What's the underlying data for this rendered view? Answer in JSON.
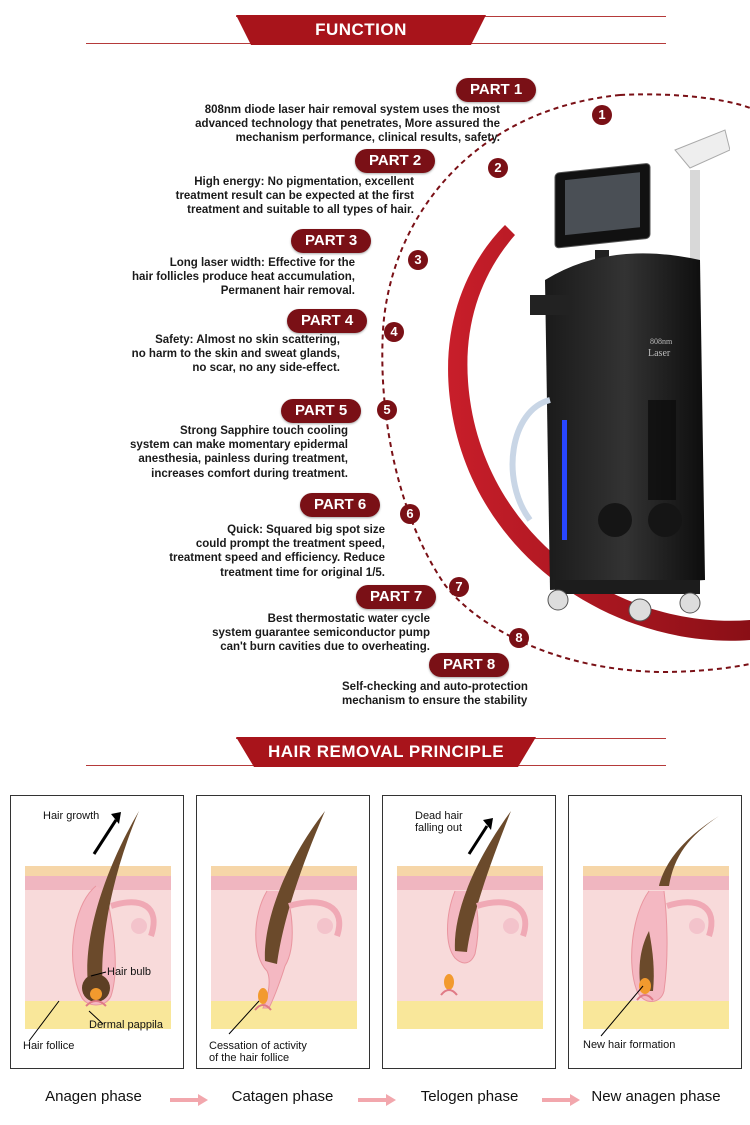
{
  "function_section": {
    "title": "FUNCTION",
    "parts": [
      {
        "label": "PART 1",
        "num": "1",
        "lines": [
          "808nm diode laser hair removal system uses the most",
          "advanced technology that penetrates, More assured the",
          "mechanism performance, clinical results, safety."
        ]
      },
      {
        "label": "PART 2",
        "num": "2",
        "lines": [
          "High energy: No pigmentation, excellent",
          "treatment result can be expected at the first",
          "treatment and suitable to all types of hair."
        ]
      },
      {
        "label": "PART 3",
        "num": "3",
        "lines": [
          "Long laser width: Effective for the",
          "hair follicles produce heat accumulation,",
          "Permanent hair removal."
        ]
      },
      {
        "label": "PART 4",
        "num": "4",
        "lines": [
          "Safety: Almost no skin scattering,",
          "no harm to the skin and sweat glands,",
          "no scar, no any side-effect."
        ]
      },
      {
        "label": "PART 5",
        "num": "5",
        "lines": [
          "Strong Sapphire touch cooling",
          "system can make momentary epidermal",
          "anesthesia, painless during treatment,",
          "increases comfort during treatment."
        ]
      },
      {
        "label": "PART 6",
        "num": "6",
        "lines": [
          "Quick: Squared big spot size",
          "could prompt the treatment speed,",
          "treatment speed and efficiency. Reduce",
          "treatment time for original 1/5."
        ]
      },
      {
        "label": "PART 7",
        "num": "7",
        "lines": [
          "Best thermostatic water cycle",
          "system guarantee semiconductor pump",
          "can't burn cavities due to overheating."
        ]
      },
      {
        "label": "PART 8",
        "num": "8",
        "lines": [
          "Self-checking and auto-protection",
          "mechanism to ensure the stability"
        ]
      }
    ],
    "device": {
      "logo_line1": "808nm",
      "logo_line2": "Laser"
    }
  },
  "principle_section": {
    "title": "HAIR REMOVAL PRINCIPLE",
    "panels": [
      {
        "phase": "Anagen phase",
        "labels": {
          "growth": "Hair growth",
          "bulb": "Hair bulb",
          "pappila": "Dermal pappila",
          "follicle": "Hair follice"
        }
      },
      {
        "phase": "Catagen phase",
        "labels": {
          "cessation1": "Cessation of activity",
          "cessation2": "of the hair follice"
        }
      },
      {
        "phase": "Telogen phase",
        "labels": {
          "dead1": "Dead hair",
          "dead2": "falling out"
        }
      },
      {
        "phase": "New anagen phase",
        "labels": {
          "newhair": "New hair formation"
        }
      }
    ]
  },
  "colors": {
    "brand_red": "#a8141b",
    "pill": "#7a1016",
    "arrow_pink": "#f2a7ad"
  }
}
